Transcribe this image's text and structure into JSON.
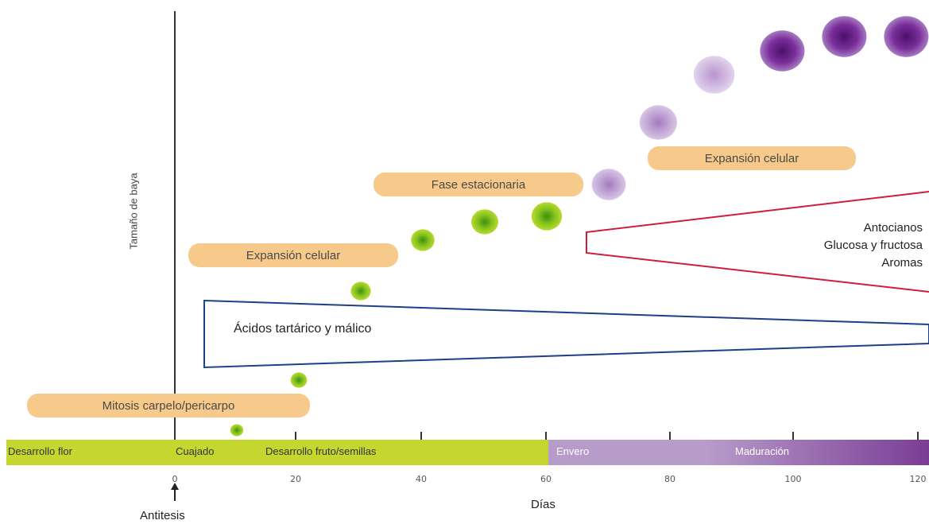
{
  "axis": {
    "ylabel": "Tamaño de baya",
    "xlabel": "Días",
    "ticks": [
      "0",
      "20",
      "40",
      "60",
      "80",
      "100",
      "120"
    ],
    "origin_label": "Antitesis"
  },
  "phases": {
    "mitosis": "Mitosis carpelo/pericarpo",
    "expansion1": "Expansión celular",
    "estacionaria": "Fase estacionaria",
    "expansion2": "Expansión celular"
  },
  "acids_label": "Ácidos tartárico y málico",
  "accumulation": {
    "line1": "Antocianos",
    "line2": "Glucosa y fructosa",
    "line3": "Aromas"
  },
  "stages": {
    "s1": "Desarrollo flor",
    "s2": "Cuajado",
    "s3": "Desarrollo fruto/semillas",
    "s4": "Envero",
    "s5": "Maduración"
  },
  "berries": [
    {
      "day": 10,
      "stage": "green",
      "size": 1
    },
    {
      "day": 20,
      "stage": "green",
      "size": 2
    },
    {
      "day": 30,
      "stage": "green",
      "size": 3
    },
    {
      "day": 40,
      "stage": "green",
      "size": 4
    },
    {
      "day": 50,
      "stage": "green",
      "size": 5
    },
    {
      "day": 60,
      "stage": "green",
      "size": 6
    },
    {
      "day": 70,
      "stage": "purple-light",
      "size": 7
    },
    {
      "day": 78,
      "stage": "purple-light",
      "size": 8
    },
    {
      "day": 87,
      "stage": "purple-mid",
      "size": 9
    },
    {
      "day": 98,
      "stage": "purple-dark",
      "size": 10
    },
    {
      "day": 108,
      "stage": "purple-dark",
      "size": 10
    },
    {
      "day": 118,
      "stage": "purple-dark",
      "size": 10
    }
  ],
  "colors": {
    "pill": "#f7c98a",
    "green_bar": "#c5d62e",
    "purple_light": "#b79bc9",
    "purple_dark": "#7a3d95",
    "acids_outline": "#1f3f8a",
    "sugars_outline": "#cc1f3a"
  }
}
